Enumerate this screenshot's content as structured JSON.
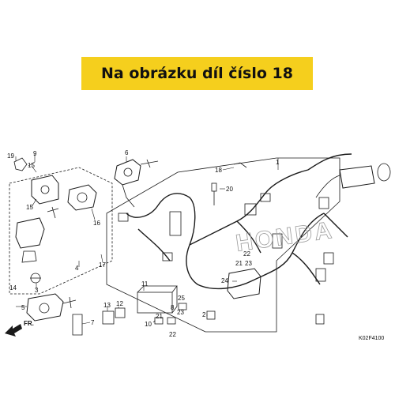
{
  "banner": {
    "text": "Na obrázku díl číslo 18"
  },
  "watermark": {
    "text": "HONDA"
  },
  "front_marker": {
    "text": "FR."
  },
  "diagram_code": "K02F4100",
  "callouts": {
    "c1": "1",
    "c2": "2",
    "c3": "3",
    "c4": "4",
    "c5": "5",
    "c6": "6",
    "c7": "7",
    "c8": "8",
    "c9": "9",
    "c10": "10",
    "c11": "11",
    "c12": "12",
    "c13": "13",
    "c14": "14",
    "c15": "15",
    "c16": "16",
    "c17": "17",
    "c18": "18",
    "c19": "19",
    "c20": "20",
    "c21a": "21",
    "c21b": "21",
    "c22a": "22",
    "c22b": "22",
    "c23a": "23",
    "c23b": "23",
    "c24": "24",
    "c25": "25"
  },
  "colors": {
    "banner_bg": "#f5cf1d",
    "line": "#1a1a1a",
    "watermark": "#9a9a9a"
  }
}
